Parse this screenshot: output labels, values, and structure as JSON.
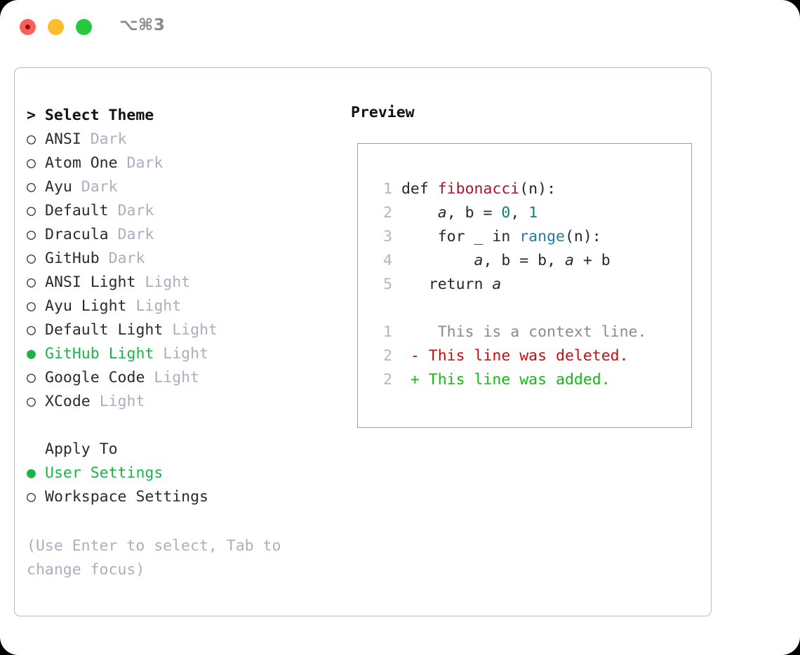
{
  "titlebar": {
    "title": "⌥⌘3",
    "buttons": [
      {
        "name": "close",
        "color": "#fb5f57"
      },
      {
        "name": "minimize",
        "color": "#fcbc2c"
      },
      {
        "name": "maximize",
        "color": "#27c83f"
      }
    ]
  },
  "theme_picker": {
    "heading": "> Select Theme",
    "selected_bullet": "●",
    "unselected_bullet": "○",
    "selected_color": "#1eb24b",
    "items": [
      {
        "name": "ANSI",
        "category": "Dark",
        "selected": false
      },
      {
        "name": "Atom One",
        "category": "Dark",
        "selected": false
      },
      {
        "name": "Ayu",
        "category": "Dark",
        "selected": false
      },
      {
        "name": "Default",
        "category": "Dark",
        "selected": false
      },
      {
        "name": "Dracula",
        "category": "Dark",
        "selected": false
      },
      {
        "name": "GitHub",
        "category": "Dark",
        "selected": false
      },
      {
        "name": "ANSI Light",
        "category": "Light",
        "selected": false
      },
      {
        "name": "Ayu Light",
        "category": "Light",
        "selected": false
      },
      {
        "name": "Default Light",
        "category": "Light",
        "selected": false
      },
      {
        "name": "GitHub Light",
        "category": "Light",
        "selected": true
      },
      {
        "name": "Google Code",
        "category": "Light",
        "selected": false
      },
      {
        "name": "XCode",
        "category": "Light",
        "selected": false
      }
    ]
  },
  "apply_to": {
    "label": "Apply To",
    "options": [
      {
        "name": "User Settings",
        "selected": true
      },
      {
        "name": "Workspace Settings",
        "selected": false
      }
    ]
  },
  "hint": "(Use Enter to select, Tab to change focus)",
  "preview": {
    "heading": "Preview",
    "code_lines": [
      {
        "num": "1",
        "tokens": [
          {
            "t": "def ",
            "k": "plain"
          },
          {
            "t": "fibonacci",
            "k": "func"
          },
          {
            "t": "(n):",
            "k": "plain"
          }
        ]
      },
      {
        "num": "2",
        "tokens": [
          {
            "t": "    ",
            "k": "plain"
          },
          {
            "t": "a",
            "k": "var"
          },
          {
            "t": ", ",
            "k": "plain"
          },
          {
            "t": "b",
            "k": "plain"
          },
          {
            "t": " = ",
            "k": "plain"
          },
          {
            "t": "0",
            "k": "num"
          },
          {
            "t": ", ",
            "k": "plain"
          },
          {
            "t": "1",
            "k": "num"
          }
        ]
      },
      {
        "num": "3",
        "tokens": [
          {
            "t": "    for _ in ",
            "k": "plain"
          },
          {
            "t": "range",
            "k": "call"
          },
          {
            "t": "(n):",
            "k": "plain"
          }
        ]
      },
      {
        "num": "4",
        "tokens": [
          {
            "t": "        ",
            "k": "plain"
          },
          {
            "t": "a",
            "k": "var"
          },
          {
            "t": ", ",
            "k": "plain"
          },
          {
            "t": "b",
            "k": "plain"
          },
          {
            "t": " = ",
            "k": "plain"
          },
          {
            "t": "b",
            "k": "plain"
          },
          {
            "t": ", ",
            "k": "plain"
          },
          {
            "t": "a",
            "k": "var"
          },
          {
            "t": " + ",
            "k": "plain"
          },
          {
            "t": "b",
            "k": "plain"
          }
        ]
      },
      {
        "num": "5",
        "tokens": [
          {
            "t": "   return ",
            "k": "plain"
          },
          {
            "t": "a",
            "k": "var"
          }
        ]
      }
    ],
    "diff_lines": [
      {
        "num": "1",
        "marker": " ",
        "text": "  This is a context line.",
        "kind": "ctx"
      },
      {
        "num": "2",
        "marker": "-",
        "text": " This line was deleted.",
        "kind": "del"
      },
      {
        "num": "2",
        "marker": "+",
        "text": " This line was added.",
        "kind": "add"
      }
    ],
    "diff_colors": {
      "context": "#8b8b8b",
      "deleted": "#cc0b0b",
      "added": "#0bbf0b"
    },
    "syntax_colors": {
      "function": "#a3192b",
      "number": "#0b7d74",
      "builtin": "#1a7fa8",
      "plain": "#24292e",
      "line_number": "#aeb7c4"
    }
  }
}
